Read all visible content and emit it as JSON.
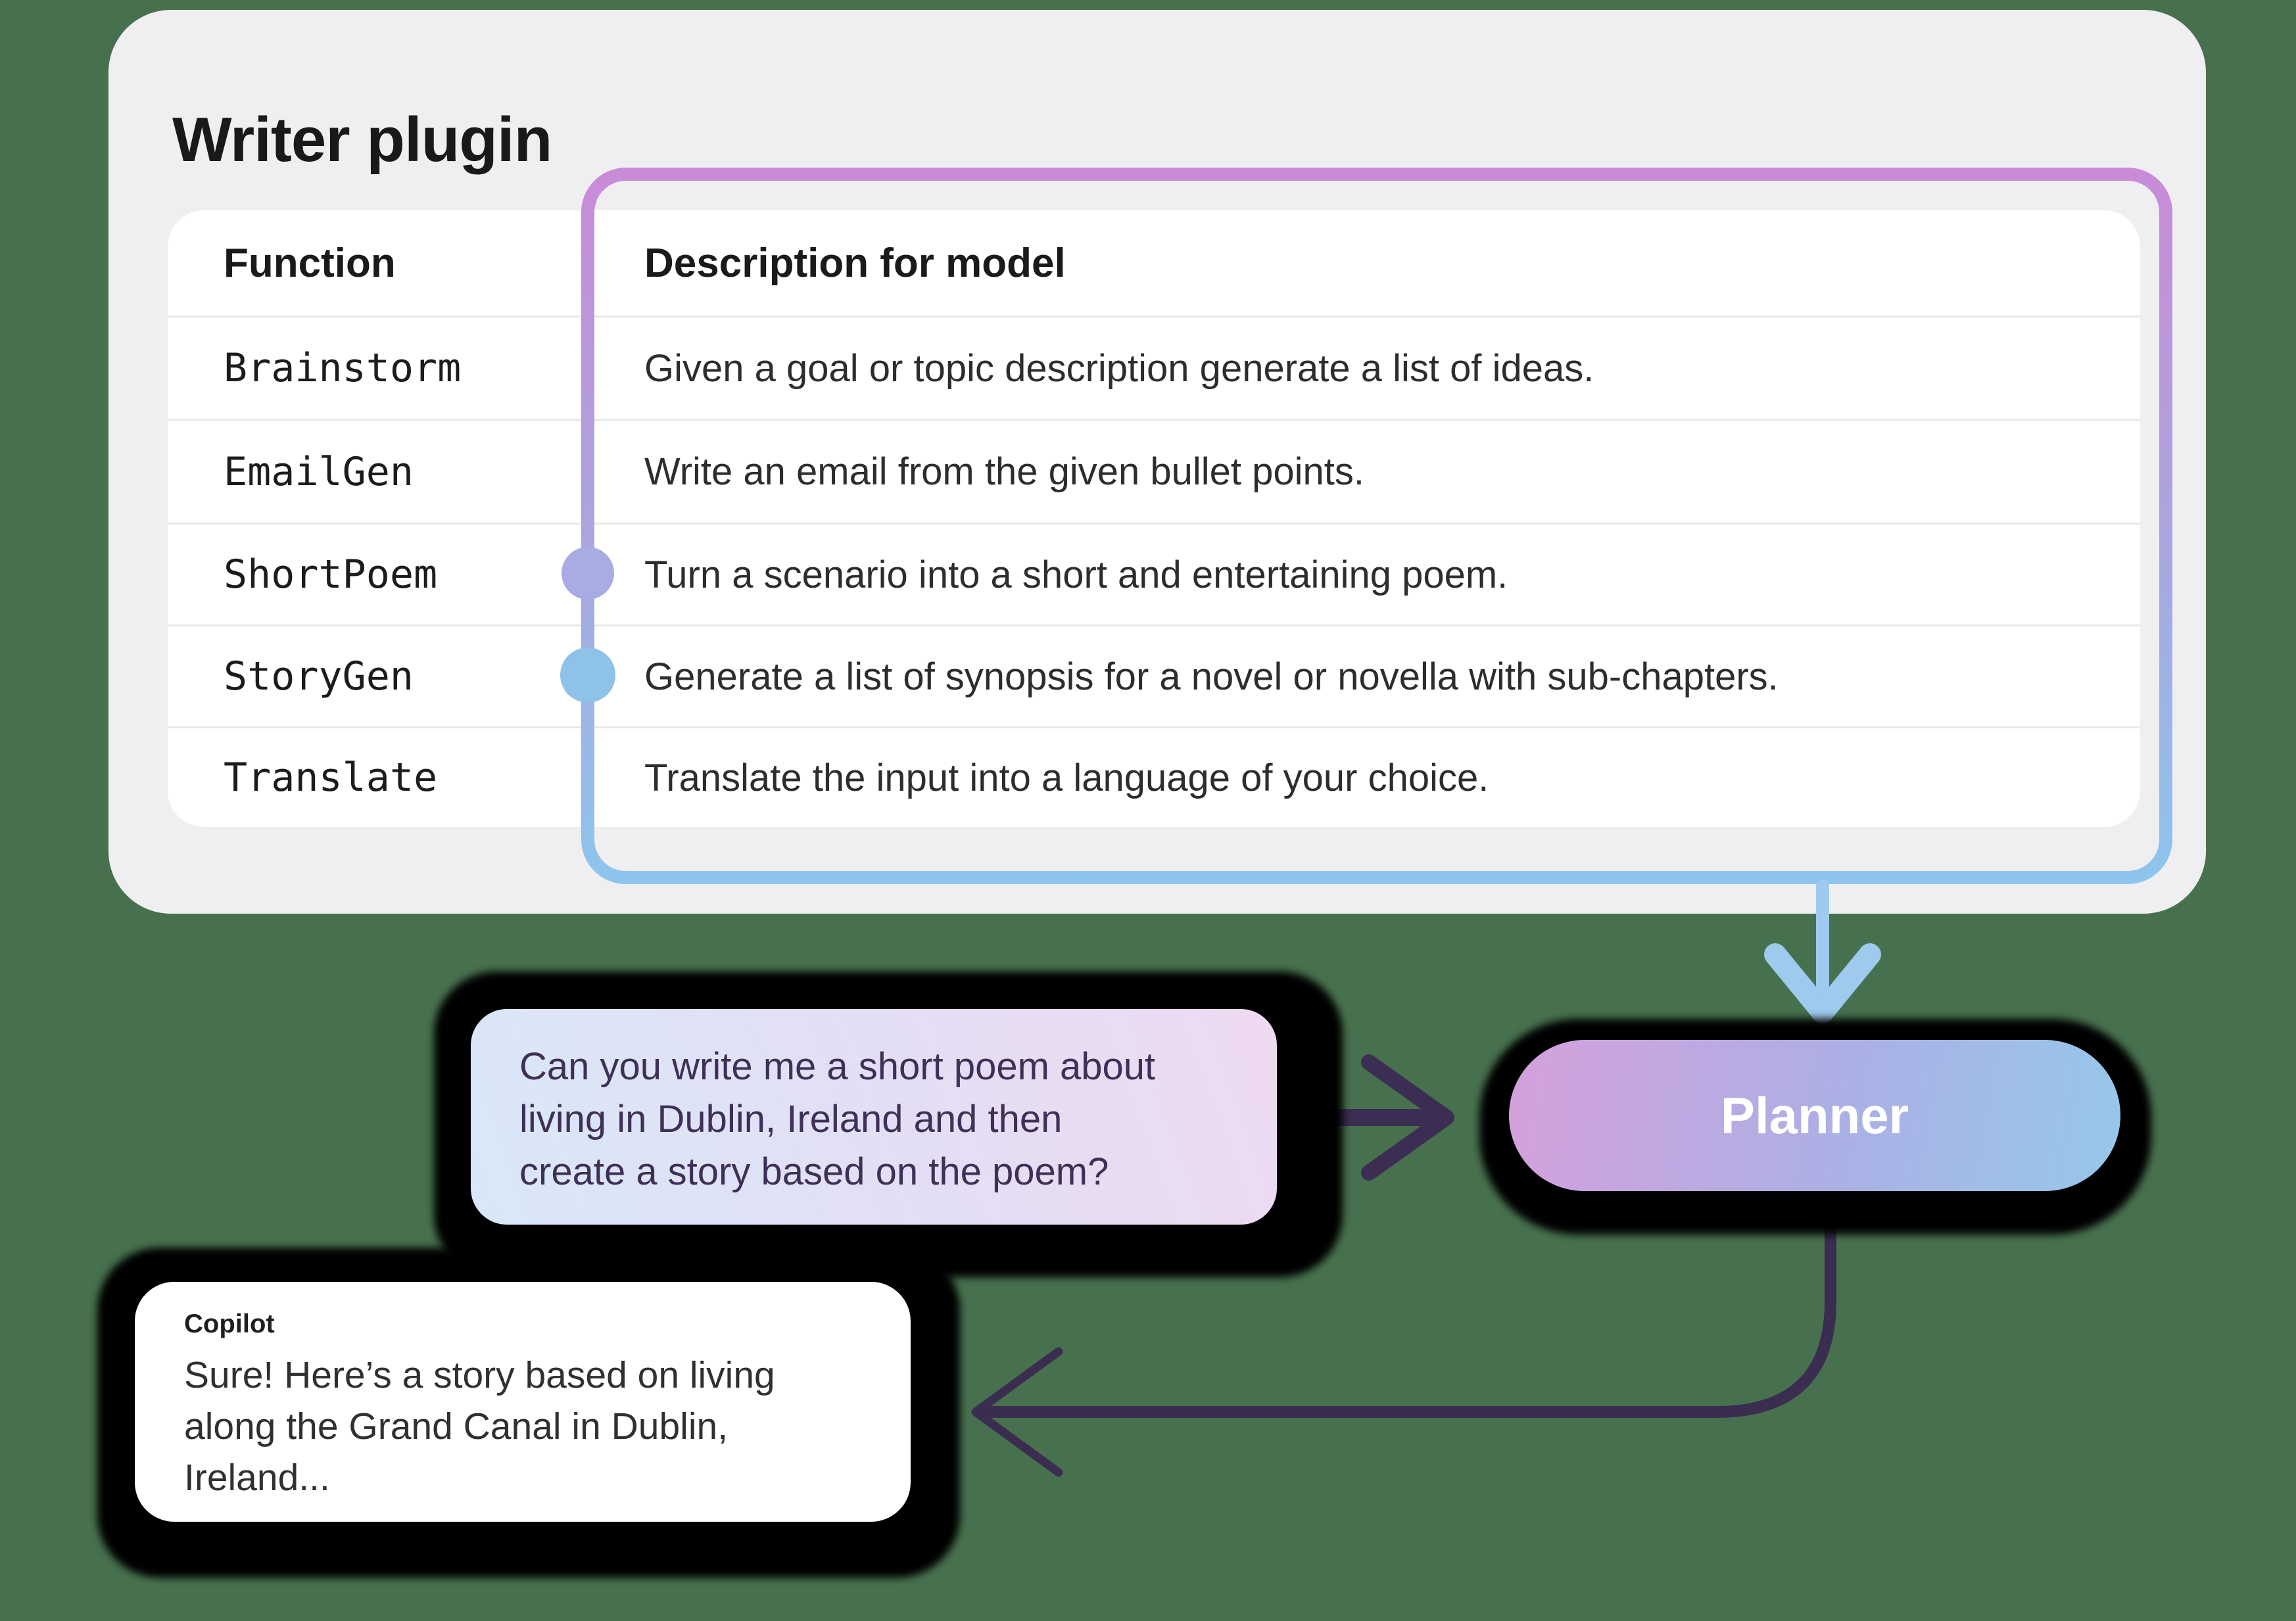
{
  "canvas": {
    "background_color": "#47714E"
  },
  "plugin_card": {
    "title": "Writer plugin",
    "table": {
      "columns": [
        "Function",
        "Description for model"
      ],
      "rows": [
        {
          "function": "Brainstorm",
          "description": "Given a goal or topic description generate a list of ideas."
        },
        {
          "function": "EmailGen",
          "description": "Write an email from the given bullet points."
        },
        {
          "function": "ShortPoem",
          "description": "Turn a scenario into a short and entertaining poem."
        },
        {
          "function": "StoryGen",
          "description": "Generate a list of synopsis for a novel or novella with sub-chapters."
        },
        {
          "function": "Translate",
          "description": "Translate the input into a language of your choice."
        }
      ]
    },
    "highlight": {
      "connected_functions": [
        "ShortPoem",
        "StoryGen"
      ],
      "dot_colors": [
        "#A9ACE3",
        "#8FC2E9"
      ],
      "border_gradient_top": "#C98BD8",
      "border_gradient_bottom": "#8EC5EC"
    }
  },
  "flow": {
    "user_message_lines": [
      "Can you write me a short poem about",
      "living in Dublin, Ireland and then",
      "create a story based on the poem?"
    ],
    "planner": {
      "label": "Planner",
      "gradient_left": "#D5A0DD",
      "gradient_right": "#96C8EA"
    },
    "assistant": {
      "name": "Copilot",
      "message_lines": [
        "Sure! Here’s a story based on living",
        "along the Grand Canal in Dublin,",
        "Ireland..."
      ]
    },
    "arrow_colors": {
      "table_to_planner": "#9DCAED",
      "user_to_planner": "#3B2E52",
      "planner_to_assistant": "#3A2D50"
    }
  }
}
